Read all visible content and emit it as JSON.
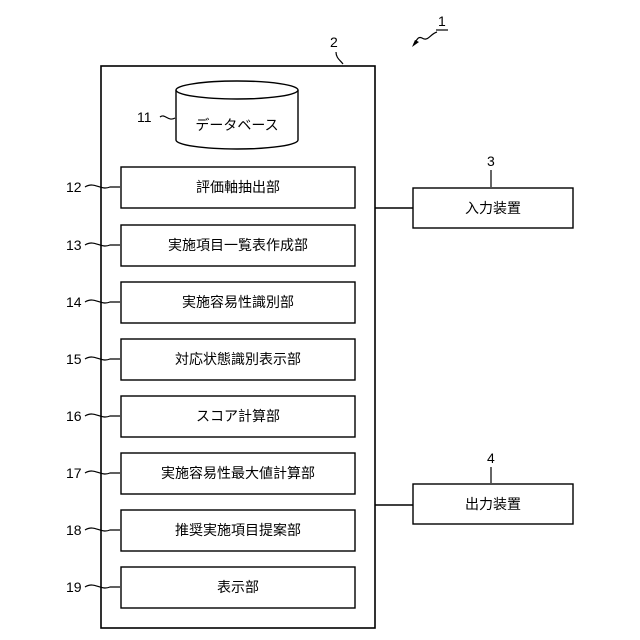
{
  "figure_number": "1",
  "device": {
    "ref": "2"
  },
  "database": {
    "ref": "11",
    "label": "データベース"
  },
  "units": [
    {
      "ref": "12",
      "label": "評価軸抽出部"
    },
    {
      "ref": "13",
      "label": "実施項目一覧表作成部"
    },
    {
      "ref": "14",
      "label": "実施容易性識別部"
    },
    {
      "ref": "15",
      "label": "対応状態識別表示部"
    },
    {
      "ref": "16",
      "label": "スコア計算部"
    },
    {
      "ref": "17",
      "label": "実施容易性最大値計算部"
    },
    {
      "ref": "18",
      "label": "推奨実施項目提案部"
    },
    {
      "ref": "19",
      "label": "表示部"
    }
  ],
  "input_device": {
    "ref": "3",
    "label": "入力装置"
  },
  "output_device": {
    "ref": "4",
    "label": "出力装置"
  }
}
